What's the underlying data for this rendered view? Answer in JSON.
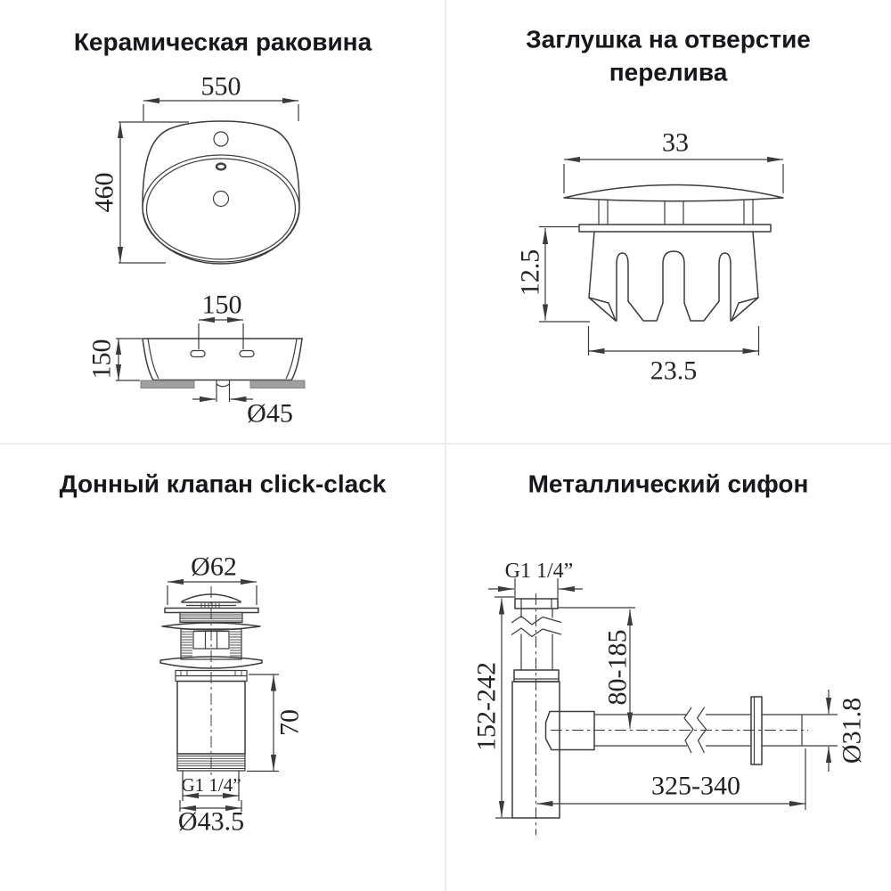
{
  "sheet": {
    "panels": [
      {
        "id": "ceramic-sink",
        "title": "Керамическая раковина",
        "dims": {
          "width": "550",
          "height": "460",
          "hole_spacing": "150",
          "depth": "150",
          "drain_diameter": "Ø45"
        }
      },
      {
        "id": "overflow-plug",
        "title_line1": "Заглушка на отверстие",
        "title_line2": "перелива",
        "dims": {
          "cap_width": "33",
          "insert_depth": "12.5",
          "body_width": "23.5"
        }
      },
      {
        "id": "click-clack-valve",
        "title": "Донный клапан click-clack",
        "dims": {
          "cap_diameter": "Ø62",
          "body_height": "70",
          "thread": "G1 1/4”",
          "body_diameter": "Ø43.5"
        }
      },
      {
        "id": "metal-siphon",
        "title": "Металлический сифон",
        "dims": {
          "thread": "G1 1/4”",
          "inlet_height": "80-185",
          "total_height": "152-242",
          "pipe_diameter": "Ø31.8",
          "pipe_length": "325-340"
        }
      }
    ]
  }
}
